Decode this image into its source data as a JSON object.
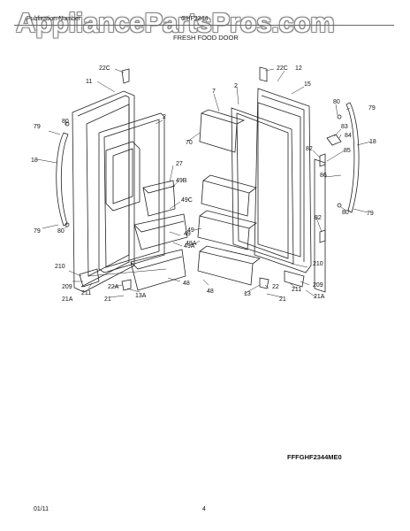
{
  "header": {
    "left_text": "Publication Number",
    "mid_text": "GHF2344",
    "subtitle": "FRESH FOOD DOOR"
  },
  "watermark": "AppliancePartsPros.com",
  "diagram": {
    "labels": [
      "22C",
      "11",
      "80",
      "79",
      "18",
      "80",
      "79",
      "2",
      "27",
      "49B",
      "49C",
      "49",
      "49A",
      "48",
      "210",
      "209",
      "21A",
      "211",
      "22A",
      "13A",
      "21",
      "22C",
      "12",
      "15",
      "7",
      "2",
      "70",
      "80",
      "79",
      "83",
      "84",
      "82",
      "85",
      "86",
      "18",
      "82",
      "80",
      "79",
      "49",
      "49A",
      "48",
      "210",
      "209",
      "21A",
      "211",
      "13",
      "22",
      "21"
    ]
  },
  "model_code": "FFFGHF2344ME0",
  "footer": {
    "date": "01/11",
    "page": "4"
  }
}
